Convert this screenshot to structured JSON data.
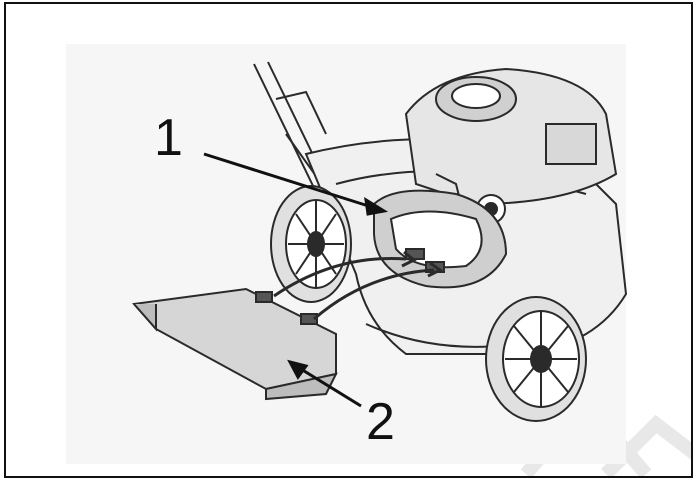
{
  "callouts": [
    {
      "number": "1",
      "target": "deflector-opening"
    },
    {
      "number": "2",
      "target": "mulching-plate"
    }
  ],
  "colors": {
    "background": "#ffffff",
    "border": "#111111",
    "line": "#2a2a2a",
    "part_fill": "#cfcfcf",
    "shade": "#e6e6e6",
    "watermark": "#e8e8e8"
  }
}
